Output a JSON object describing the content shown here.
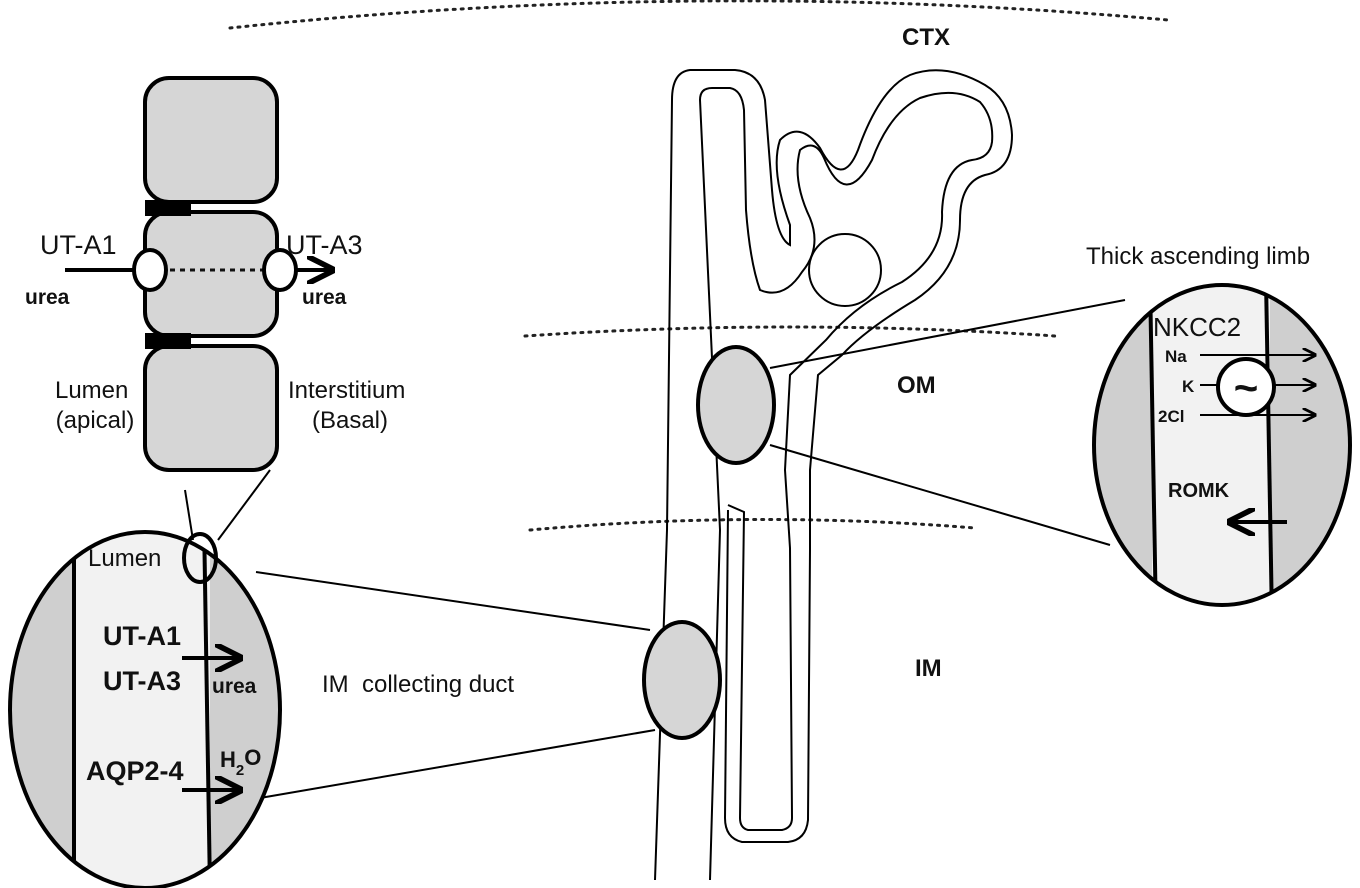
{
  "zones": {
    "cortex": "CTX",
    "outer_medulla": "OM",
    "inner_medulla": "IM"
  },
  "cell_panel": {
    "apical_transporter": "UT-A1",
    "basal_transporter": "UT-A3",
    "apical_solute": "urea",
    "basal_solute": "urea",
    "lumen_label": [
      "Lumen",
      "(apical)"
    ],
    "interstitium_label": [
      "Interstitium",
      "(Basal)"
    ]
  },
  "collecting_duct_panel": {
    "lumen": "Lumen",
    "transporter_1": "UT-A1",
    "transporter_2": "UT-A3",
    "solute": "urea",
    "aquaporin": "AQP2-4",
    "water": "H",
    "water_subscript": "2",
    "water_suffix": "O",
    "caption": "IM  collecting duct"
  },
  "thick_limb_panel": {
    "caption": "Thick ascending limb",
    "cotransporter": "NKCC2",
    "ions": [
      "Na",
      "K",
      "2Cl"
    ],
    "pump_symbol": "~",
    "channel": "ROMK"
  }
}
